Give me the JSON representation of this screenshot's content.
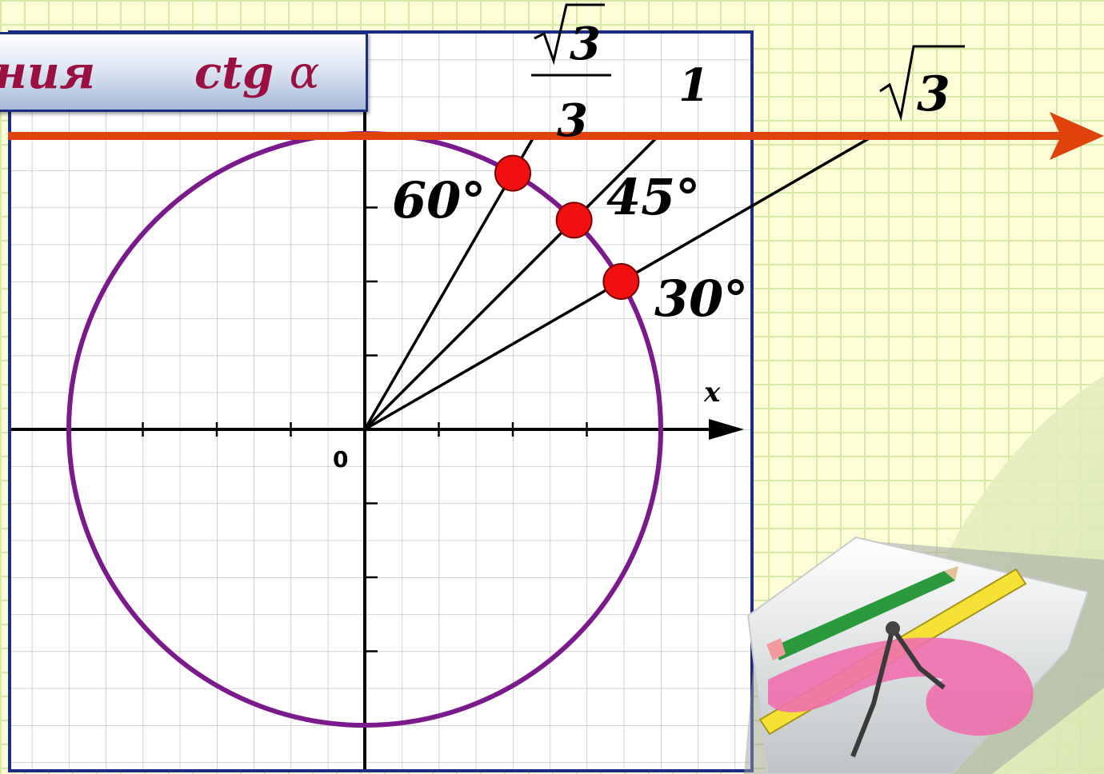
{
  "title": {
    "word_fragment": "ния",
    "function": "ctg",
    "variable": "α"
  },
  "axes": {
    "x_label": "x",
    "origin_label": "0"
  },
  "angles": [
    {
      "label": "60°",
      "degrees": 60,
      "ctg_label": "√3/3"
    },
    {
      "label": "45°",
      "degrees": 45,
      "ctg_label": "1"
    },
    {
      "label": "30°",
      "degrees": 30,
      "ctg_label": "√3"
    }
  ],
  "ctg_values": {
    "sqrt3_over_3": {
      "numerator": "3",
      "denominator": "3"
    },
    "one": "1",
    "sqrt3": "3"
  },
  "colors": {
    "circle": "#7a1a8c",
    "arrow": "#e0420c",
    "point": "#f01010",
    "frame": "#1a2c83",
    "title_text": "#9a1040"
  },
  "decoration": {
    "illustration": "stationery-icon"
  }
}
